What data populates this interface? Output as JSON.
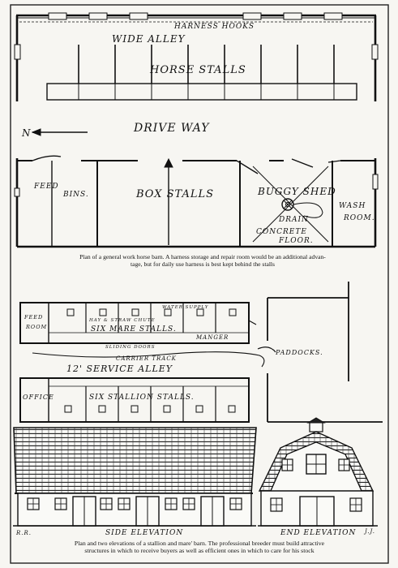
{
  "plan1": {
    "labels": {
      "harness_hooks": "HARNESS HOOKS",
      "wide_alley": "WIDE ALLEY",
      "horse_stalls": "HORSE STALLS",
      "drive_way": "DRIVE WAY",
      "north": "N",
      "feed": "FEED",
      "bins": "BINS.",
      "box_stalls": "BOX STALLS",
      "buggy_shed": "BUGGY SHED",
      "drain": "DRAIN",
      "concrete": "CONCRETE",
      "floor": "FLOOR.",
      "wash": "WASH",
      "room": "ROOM."
    },
    "caption_line1": "Plan of a general work horse barn.  A harness storage and repair room would be an additional advan-",
    "caption_line2": "tage, but for daily use harness is best kept behind the stalls"
  },
  "plan2": {
    "labels": {
      "feed": "FEED",
      "room": "ROOM",
      "hay_chute": "HAY & STRAW CHUTE",
      "water_supply": "WATER SUPPLY",
      "six_mare_stalls": "SIX    MARE   STALLS.",
      "manger": "MANGER",
      "sliding_doors": "SLIDING DOORS",
      "carrier_track": "CARRIER TRACK",
      "paddocks": "PADDOCKS.",
      "service_alley": "12'  SERVICE  ALLEY",
      "office": "OFFICE",
      "six_stallion_stalls": "SIX    STALLION    STALLS."
    }
  },
  "elevations": {
    "side": "SIDE  ELEVATION",
    "end": "END  ELEVATION",
    "sig_left": "R.R.",
    "sig_right": "J.J."
  },
  "caption2_line1": "Plan and two elevations of a stallion and mare' barn.  The professional breeder must build attractive",
  "caption2_line2": "structures in which to receive buyers as well as efficient ones in which to care for his stock"
}
